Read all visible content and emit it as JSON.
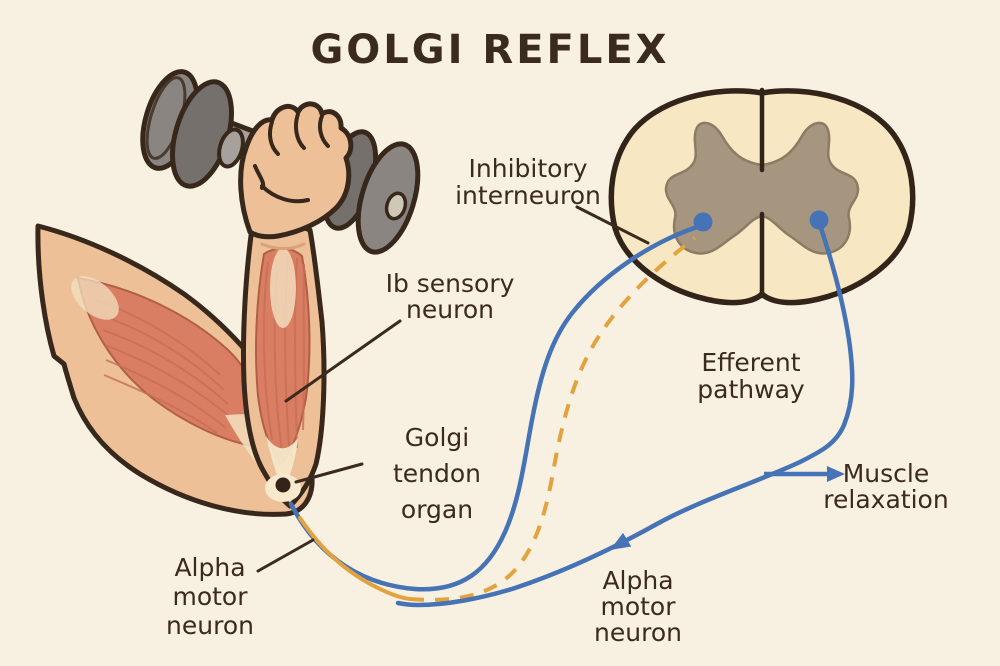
{
  "title": "GOLGI REFLEX",
  "labels": {
    "inhibitory_interneuron": {
      "lines": [
        "Inhibitory",
        "interneuron"
      ]
    },
    "ib_sensory_neuron": {
      "lines": [
        "Ib sensory",
        "neuron"
      ]
    },
    "golgi_tendon_organ": {
      "lines": [
        "Golgi",
        "tendon",
        "organ"
      ]
    },
    "alpha_motor_neuron_left": {
      "lines": [
        "Alpha",
        "motor",
        "neuron"
      ]
    },
    "efferent_pathway": {
      "lines": [
        "Efferent",
        "pathway"
      ]
    },
    "muscle_relaxation": {
      "lines": [
        "Muscle",
        "relaxation"
      ]
    },
    "alpha_motor_neuron_right": {
      "lines": [
        "Alpha",
        "motor",
        "neuron"
      ]
    }
  },
  "colors": {
    "background": "#F8F0E1",
    "outline": "#38281C",
    "text": "#3A2B1E",
    "skin": "#EEC098",
    "muscle": "#D97E62",
    "muscle_striation": "#C86E54",
    "tendon": "#F4E7C8",
    "cord_fill": "#F8E7C3",
    "gray_matter": "#A6957F",
    "pathway_blue": "#4573B5",
    "pathway_orange": "#E2A33F",
    "dumbbell_gray": "#8A8581"
  }
}
